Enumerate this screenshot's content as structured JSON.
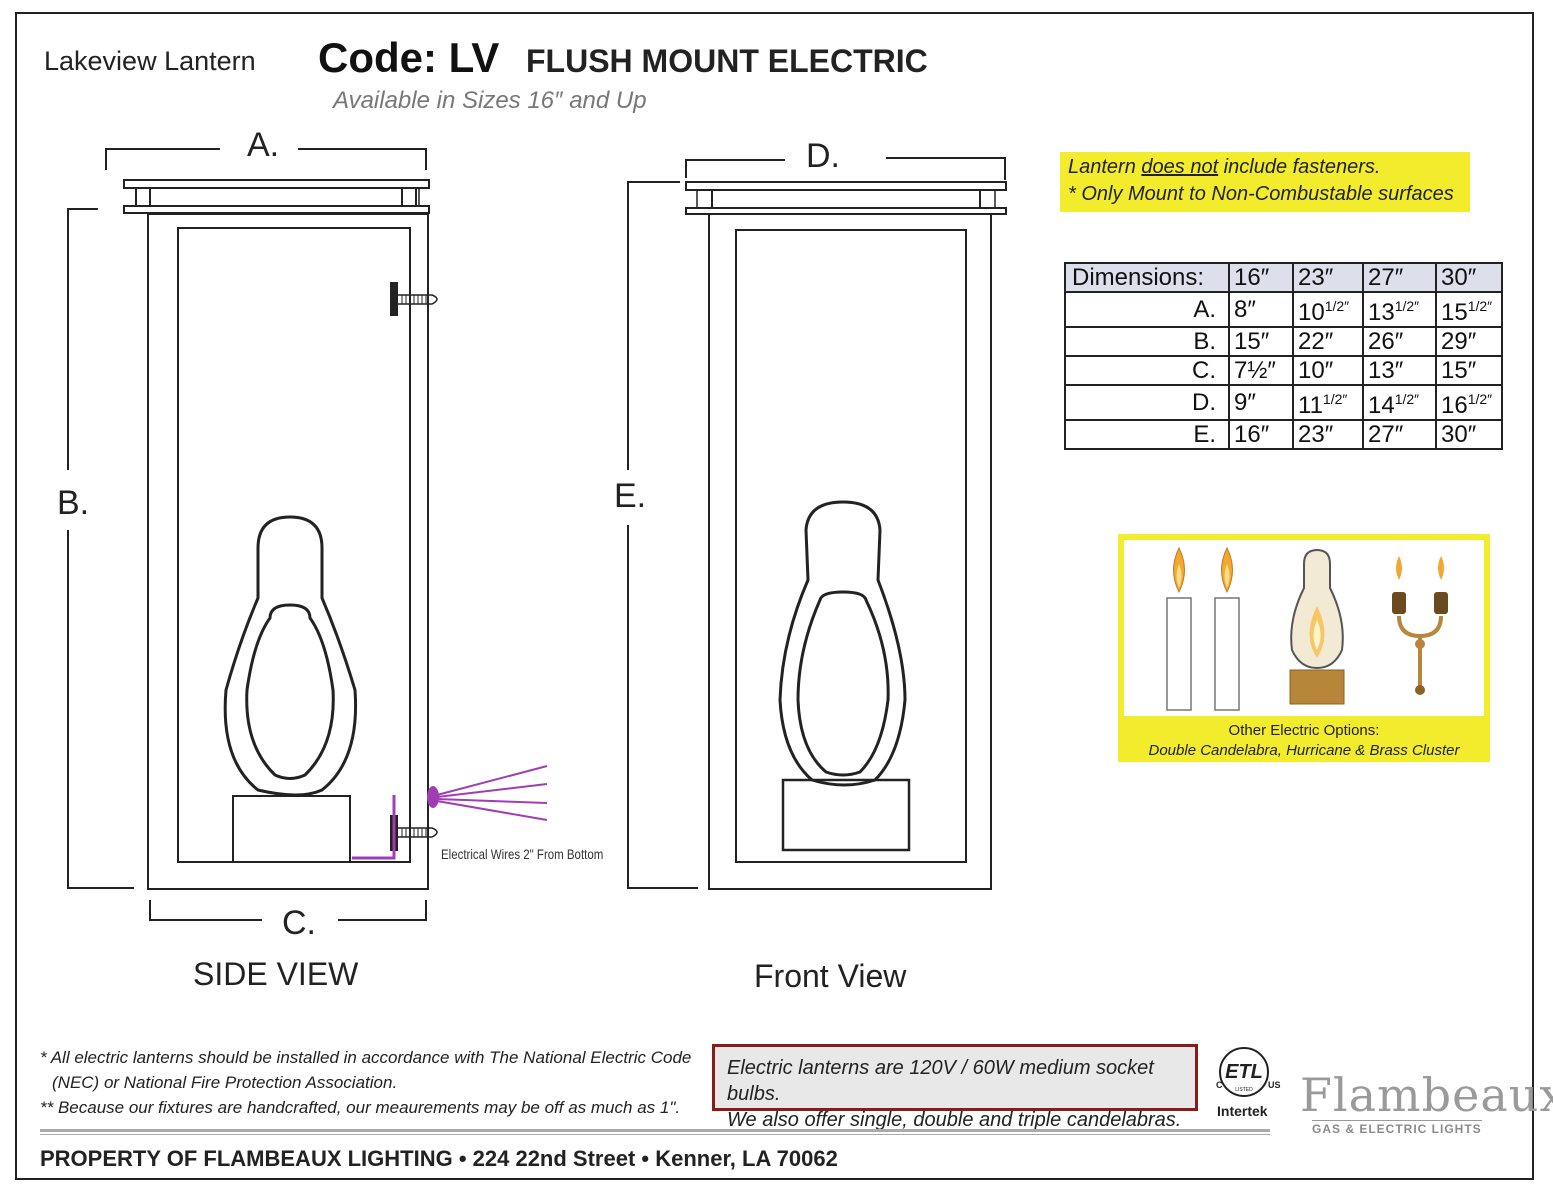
{
  "header": {
    "product_name": "Lakeview Lantern",
    "code": "Code: LV",
    "mount_type": "FLUSH MOUNT ELECTRIC",
    "sizes_note": "Available in Sizes 16″ and Up"
  },
  "diagram": {
    "dim_a": "A.",
    "dim_b": "B.",
    "dim_c": "C.",
    "dim_d": "D.",
    "dim_e": "E.",
    "side_view_label": "SIDE VIEW",
    "front_view_label": "Front View",
    "wire_note": "Electrical Wires 2\" From Bottom"
  },
  "notice": {
    "line1_pre": "Lantern ",
    "line1_underlined": "does not",
    "line1_post": " include fasteners.",
    "line2": "* Only Mount to Non-Combustable surfaces"
  },
  "dimensions_table": {
    "header": [
      "Dimensions:",
      "16″",
      "23″",
      "27″",
      "30″"
    ],
    "rows": [
      {
        "label": "A.",
        "v1": "8″",
        "v2_main": "10",
        "v2_sup": "1/2″",
        "v3_main": "13",
        "v3_sup": "1/2″",
        "v4_main": "15",
        "v4_sup": "1/2″"
      },
      {
        "label": "B.",
        "v1": "15″",
        "v2": "22″",
        "v3": "26″",
        "v4": "29″"
      },
      {
        "label": "C.",
        "v1": "7½″",
        "v2": "10″",
        "v3": "13″",
        "v4": "15″"
      },
      {
        "label": "D.",
        "v1": "9″",
        "v2_main": "11",
        "v2_sup": "1/2″",
        "v3_main": "14",
        "v3_sup": "1/2″",
        "v4_main": "16",
        "v4_sup": "1/2″"
      },
      {
        "label": "E.",
        "v1": "16″",
        "v2": "23″",
        "v3": "27″",
        "v4": "30″"
      }
    ]
  },
  "options": {
    "title": "Other Electric Options:",
    "list": "Double Candelabra, Hurricane & Brass Cluster"
  },
  "footnotes": {
    "line1": "* All electric lanterns should be installed in accordance with The National Electric Code",
    "line2": "(NEC) or National Fire Protection Association.",
    "line3": "** Because our fixtures are handcrafted, our meaurements may be off as much as 1\"."
  },
  "spec_box": {
    "line1": "Electric lanterns are 120V / 60W medium socket bulbs.",
    "line2": "We also offer single, double and triple candelabras."
  },
  "certification": {
    "mark": "ETL",
    "c": "C",
    "us": "US",
    "listed": "LISTED",
    "name": "Intertek"
  },
  "brand": {
    "name": "Flambeaux",
    "tagline": "GAS & ELECTRIC LIGHTS"
  },
  "footer": {
    "property": "PROPERTY OF FLAMBEAUX LIGHTING • 224 22nd Street • Kenner, LA 70062"
  },
  "colors": {
    "highlight_yellow": "#f2ec2c",
    "wire_purple": "#a03cb4",
    "spec_border": "#8b1a1a",
    "brass": "#b8863b"
  }
}
